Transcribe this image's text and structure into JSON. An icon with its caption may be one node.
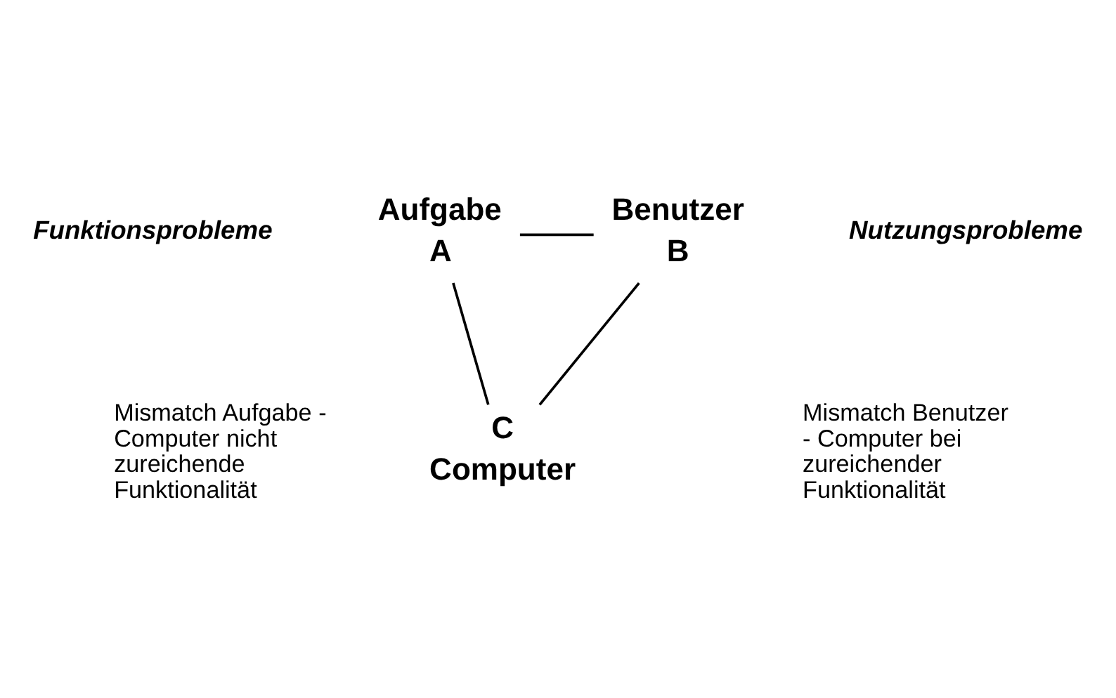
{
  "diagram": {
    "nodes": [
      {
        "text": [
          "Aufgabe",
          "A"
        ]
      },
      {
        "text": [
          "Benutzer",
          "B"
        ]
      },
      {
        "text": [
          "C",
          "Computer"
        ]
      }
    ],
    "edges": [
      {
        "from": 0,
        "to": 1,
        "arrow": "none"
      },
      {
        "from": 0,
        "to": 2,
        "arrow": "none"
      },
      {
        "from": 1,
        "to": 2,
        "arrow": "none"
      }
    ],
    "labels": [
      "Funktionsprobleme",
      "Mismatch Aufgabe - Computer nicht zureichende Funktionalität",
      "Nutzungsprobleme",
      "Mismatch Benutzer - Computer bei zureichender Funktionalität"
    ]
  }
}
